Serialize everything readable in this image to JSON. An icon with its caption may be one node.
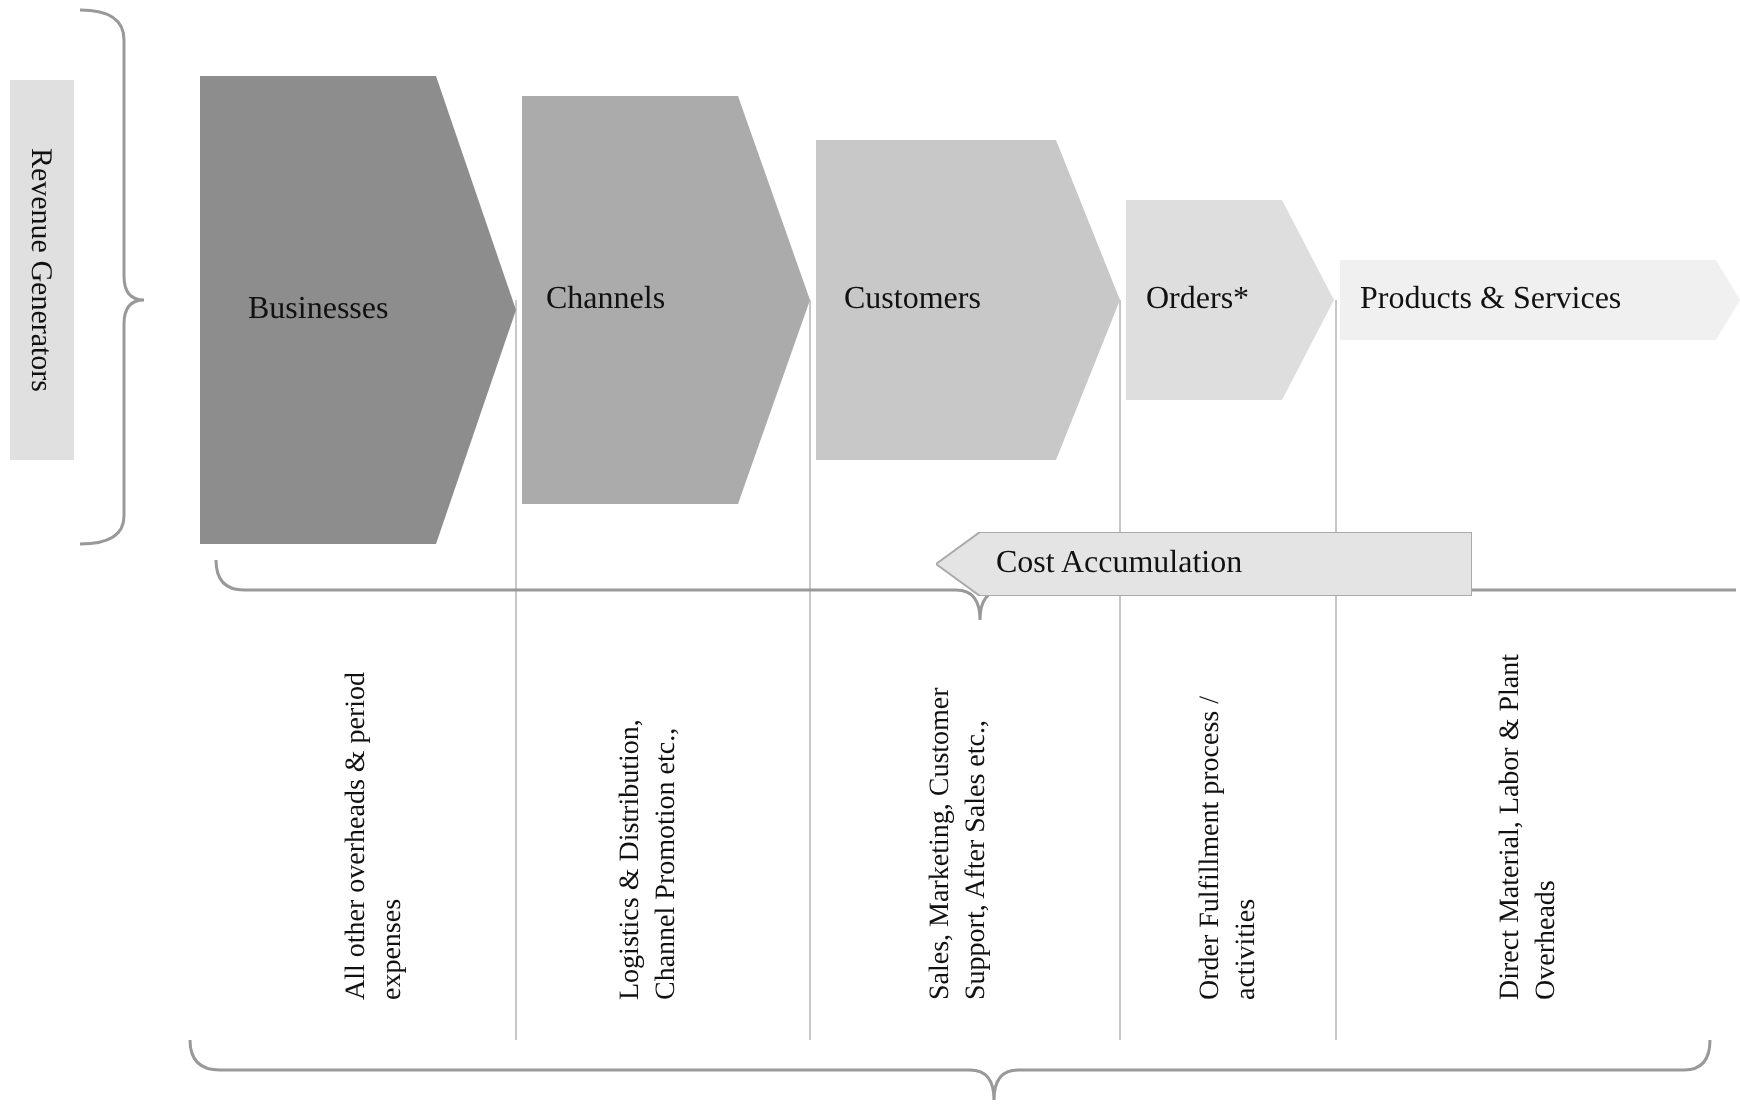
{
  "diagram": {
    "nodes": [
      {
        "text": [
          "Revenue Generators"
        ]
      },
      {
        "text": [
          "Businesses"
        ]
      },
      {
        "text": [
          "Channels"
        ]
      },
      {
        "text": [
          "Customers"
        ]
      },
      {
        "text": [
          "Orders*"
        ]
      },
      {
        "text": [
          "Products & Services"
        ]
      },
      {
        "text": [
          "Cost Accumulation"
        ]
      }
    ],
    "labels": [
      "All other overheads & period expenses",
      "Logistics & Distribution, Channel Promotion etc.,",
      "Sales, Marketing, Customer Support, After Sales etc.,",
      "Order Fulfillment process / activities",
      "Direct Material, Labor & Plant Overheads"
    ]
  }
}
